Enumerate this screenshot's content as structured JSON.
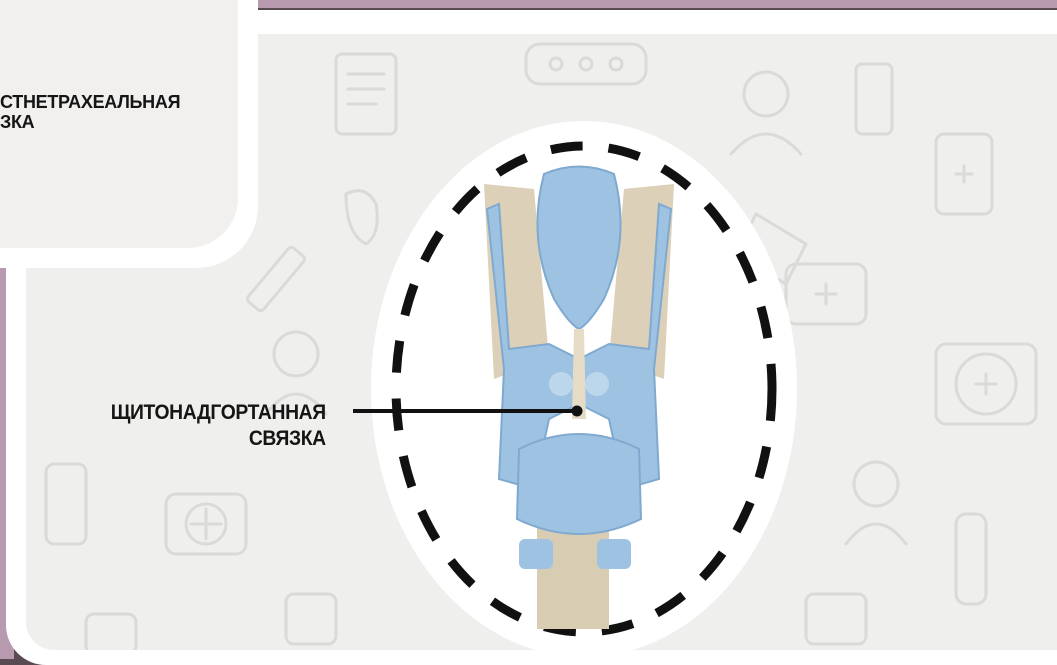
{
  "callout": {
    "line1": "СТНЕТРАХЕАЛЬНАЯ",
    "line2": "ЗКА"
  },
  "label": {
    "line1": "ЩИТОНАДГОРТАННАЯ",
    "line2": "СВЯЗКА"
  },
  "colors": {
    "cartilage": "#9ec3e2",
    "cartilage_dark": "#7fa9cf",
    "membrane": "#dcd0b8",
    "background": "#efefed",
    "accent_frame": "#b89aae"
  }
}
